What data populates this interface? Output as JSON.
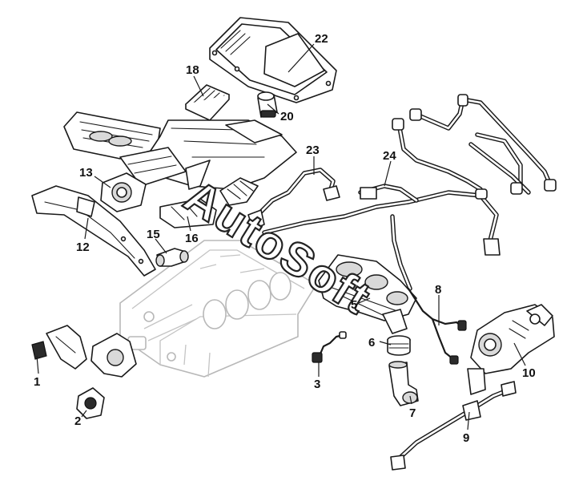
{
  "callouts": [
    {
      "id": "c1",
      "label": "1"
    },
    {
      "id": "c2",
      "label": "2"
    },
    {
      "id": "c3",
      "label": "3"
    },
    {
      "id": "c5",
      "label": "5"
    },
    {
      "id": "c6",
      "label": "6"
    },
    {
      "id": "c7",
      "label": "7"
    },
    {
      "id": "c8",
      "label": "8"
    },
    {
      "id": "c9",
      "label": "9"
    },
    {
      "id": "c10",
      "label": "10"
    },
    {
      "id": "c12",
      "label": "12"
    },
    {
      "id": "c13",
      "label": "13"
    },
    {
      "id": "c15",
      "label": "15"
    },
    {
      "id": "c16",
      "label": "16"
    },
    {
      "id": "c18",
      "label": "18"
    },
    {
      "id": "c20",
      "label": "20"
    },
    {
      "id": "c22",
      "label": "22"
    },
    {
      "id": "c23",
      "label": "23"
    },
    {
      "id": "c24",
      "label": "24"
    }
  ],
  "watermark": "AutoSoft",
  "colors": {
    "line": "#1a1a1a",
    "ghost_block": "#b8b8b8",
    "background": "#ffffff"
  }
}
